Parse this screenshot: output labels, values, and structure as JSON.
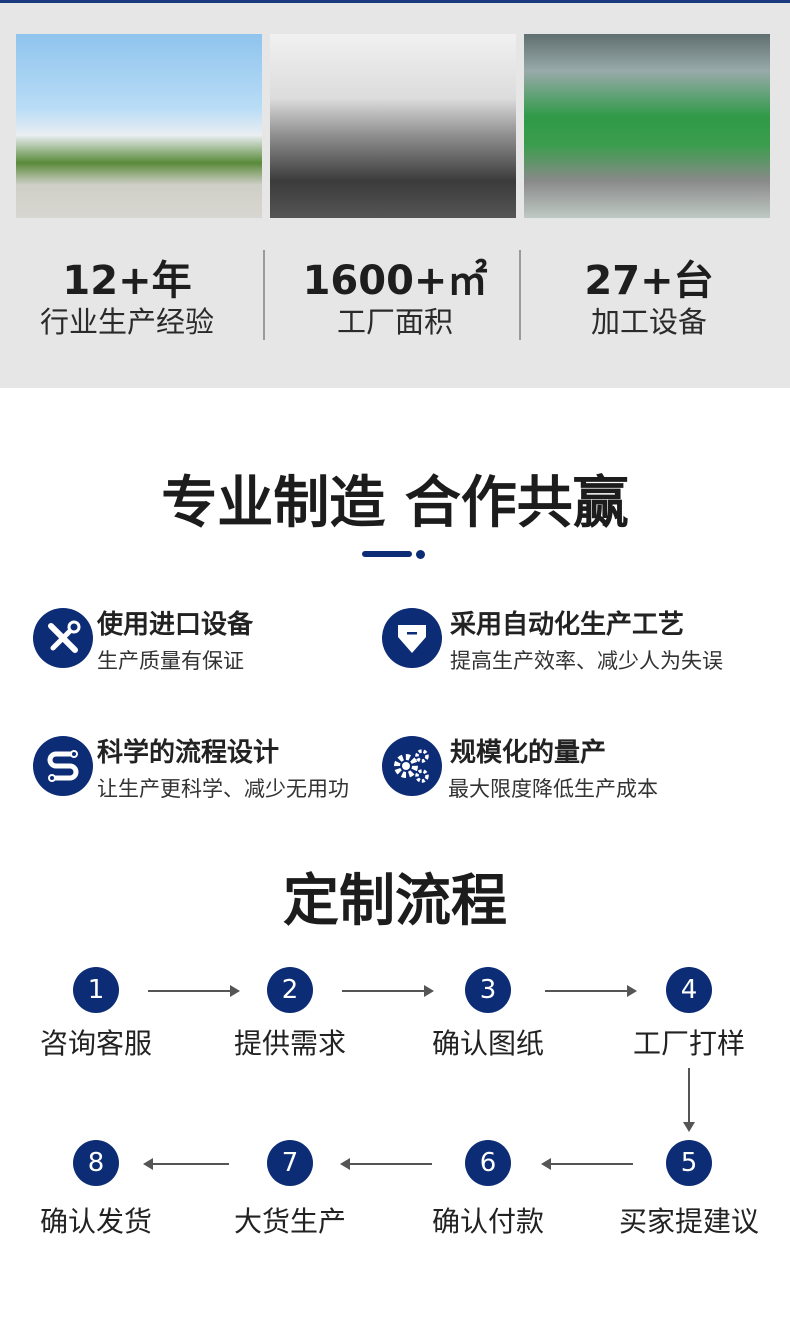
{
  "stats": [
    {
      "value": "12+年",
      "label": "行业生产经验"
    },
    {
      "value": "1600+㎡",
      "label": "工厂面积"
    },
    {
      "value": "27+台",
      "label": "加工设备"
    }
  ],
  "section1_title": "专业制造 合作共赢",
  "features": [
    {
      "icon": "tools-icon",
      "title": "使用进口设备",
      "sub": "生产质量有保证"
    },
    {
      "icon": "diamond-icon",
      "title": "采用自动化生产工艺",
      "sub": "提高生产效率、减少人为失误"
    },
    {
      "icon": "flow-icon",
      "title": "科学的流程设计",
      "sub": "让生产更科学、减少无用功"
    },
    {
      "icon": "gears-icon",
      "title": "规模化的量产",
      "sub": "最大限度降低生产成本"
    }
  ],
  "section2_title": "定制流程",
  "steps": [
    {
      "num": "1",
      "label": "咨询客服"
    },
    {
      "num": "2",
      "label": "提供需求"
    },
    {
      "num": "3",
      "label": "确认图纸"
    },
    {
      "num": "4",
      "label": "工厂打样"
    },
    {
      "num": "5",
      "label": "买家提建议"
    },
    {
      "num": "6",
      "label": "确认付款"
    },
    {
      "num": "7",
      "label": "大货生产"
    },
    {
      "num": "8",
      "label": "确认发货"
    }
  ],
  "colors": {
    "accent": "#0d2c76",
    "top_bg": "#e6e6e6"
  }
}
